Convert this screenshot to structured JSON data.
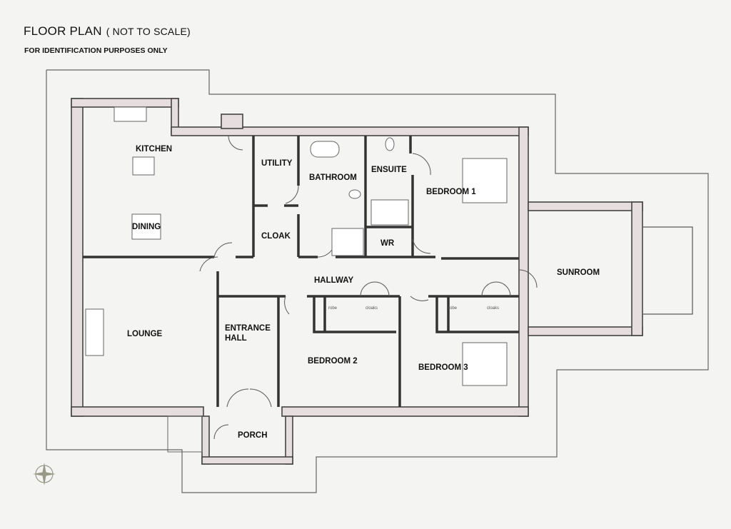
{
  "header": {
    "title": "FLOOR PLAN",
    "subtitle": "( NOT TO SCALE)",
    "note": "FOR IDENTIFICATION PURPOSES ONLY"
  },
  "rooms": {
    "kitchen": "KITCHEN",
    "dining": "DINING",
    "utility": "UTILITY",
    "cloak": "CLOAK",
    "bathroom": "BATHROOM",
    "ensuite": "ENSUITE",
    "wr": "WR",
    "bedroom1": "BEDROOM 1",
    "hallway": "HALLWAY",
    "sunroom": "SUNROOM",
    "lounge": "LOUNGE",
    "entrance_hall_1": "ENTRANCE",
    "entrance_hall_2": "HALL",
    "bedroom2": "BEDROOM 2",
    "bedroom3": "BEDROOM 3",
    "porch": "PORCH"
  },
  "closets": {
    "robe1": "robe",
    "cloaks1": "cloaks",
    "robe2": "robe",
    "cloaks2": "cloaks"
  },
  "colors": {
    "wall_fill": "#e6dede",
    "line": "#333333",
    "fixture": "#6a9ac8"
  }
}
